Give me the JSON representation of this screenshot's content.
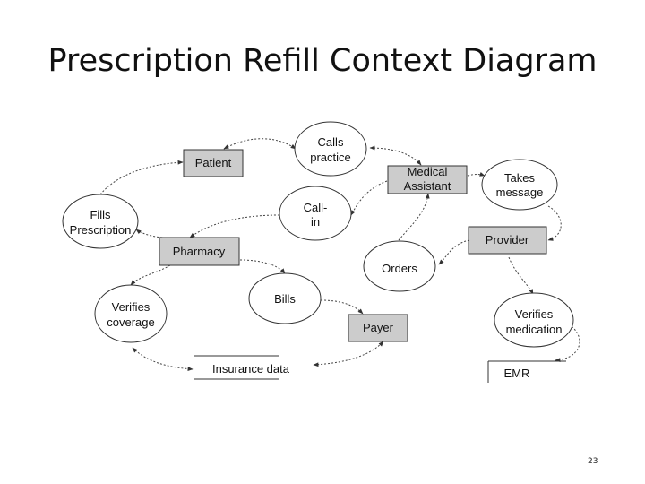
{
  "slide": {
    "title": "Prescription Refill Context Diagram",
    "page_number": "23"
  },
  "diagram": {
    "entities": {
      "patient": "Patient",
      "medical_assistant": [
        "Medical",
        "Assistant"
      ],
      "pharmacy": "Pharmacy",
      "provider": "Provider",
      "payer": "Payer"
    },
    "processes": {
      "calls_practice": [
        "Calls",
        "practice"
      ],
      "takes_message": [
        "Takes",
        "message"
      ],
      "call_in": [
        "Call-",
        "in"
      ],
      "fills_prescription": [
        "Fills",
        "Prescription"
      ],
      "orders": "Orders",
      "bills": "Bills",
      "verifies_coverage": [
        "Verifies",
        "coverage"
      ],
      "verifies_medication": [
        "Verifies",
        "medication"
      ]
    },
    "data_stores": {
      "insurance_data": "Insurance data",
      "emr": "EMR"
    },
    "colors": {
      "entity_fill": "#cccccc",
      "stroke": "#333333"
    }
  }
}
